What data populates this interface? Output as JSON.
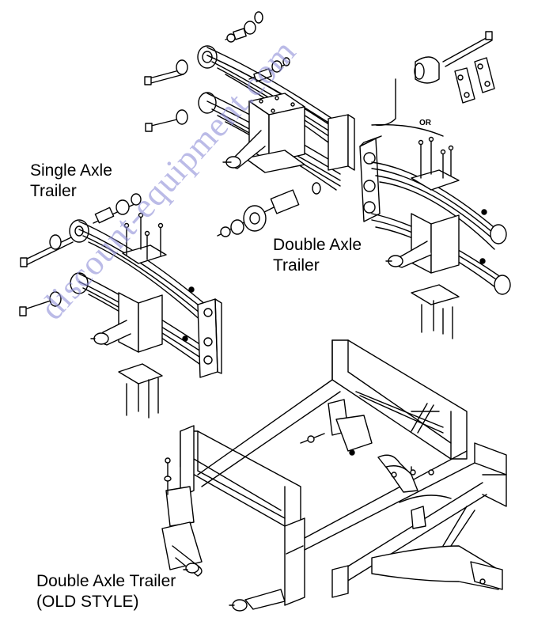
{
  "labels": {
    "single_axle": [
      "Single Axle",
      "Trailer"
    ],
    "double_axle": [
      "Double Axle",
      "Trailer"
    ],
    "double_axle_old": [
      "Double Axle Trailer",
      "(OLD STYLE)"
    ],
    "or": "OR"
  },
  "watermark": "discount-equipment.com",
  "colors": {
    "line": "#000000",
    "background": "#ffffff",
    "watermark": "#8f8fd8"
  }
}
